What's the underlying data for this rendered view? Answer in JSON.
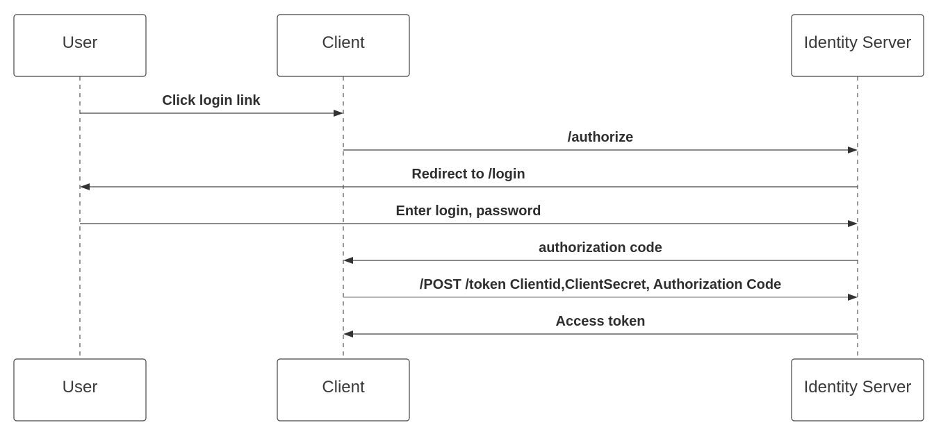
{
  "participants": [
    {
      "id": "user",
      "label": "User"
    },
    {
      "id": "client",
      "label": "Client"
    },
    {
      "id": "identity",
      "label": "Identity Server"
    }
  ],
  "messages": [
    {
      "from": "user",
      "to": "client",
      "label": "Click login link"
    },
    {
      "from": "client",
      "to": "identity",
      "label": "/authorize"
    },
    {
      "from": "identity",
      "to": "user",
      "label": "Redirect to /login"
    },
    {
      "from": "user",
      "to": "identity",
      "label": "Enter login, password"
    },
    {
      "from": "identity",
      "to": "client",
      "label": "authorization code"
    },
    {
      "from": "client",
      "to": "identity",
      "label": "/POST /token Clientid,ClientSecret, Authorization Code"
    },
    {
      "from": "identity",
      "to": "client",
      "label": "Access token"
    }
  ]
}
